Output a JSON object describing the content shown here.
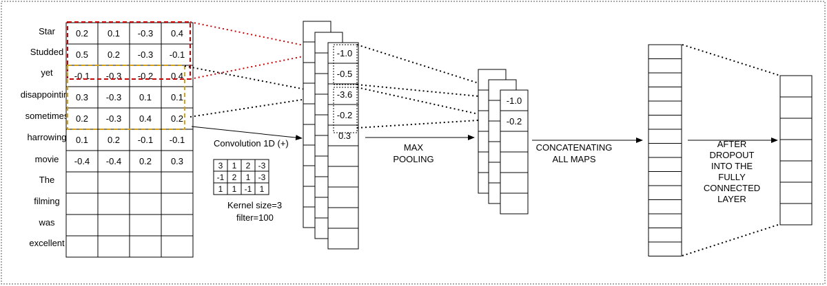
{
  "words": [
    "Star",
    "Studded",
    "yet",
    "disappointing",
    "sometimes",
    "harrowing",
    "movie",
    "The",
    "filming",
    "was",
    "excellent"
  ],
  "embeddings": [
    [
      "0.2",
      "0.1",
      "-0.3",
      "0.4"
    ],
    [
      "0.5",
      "0.2",
      "-0.3",
      "-0.1"
    ],
    [
      "-0.1",
      "-0.3",
      "-0.2",
      "0.4"
    ],
    [
      "0.3",
      "-0.3",
      "0.1",
      "0.1"
    ],
    [
      "0.2",
      "-0.3",
      "0.4",
      "0.2"
    ],
    [
      "0.1",
      "0.2",
      "-0.1",
      "-0.1"
    ],
    [
      "-0.4",
      "-0.4",
      "0.2",
      "0.3"
    ]
  ],
  "conv_label": "Convolution 1D (+)",
  "kernel": [
    [
      "3",
      "1",
      "2",
      "-3"
    ],
    [
      "-1",
      "2",
      "1",
      "-3"
    ],
    [
      "1",
      "1",
      "-1",
      "1"
    ]
  ],
  "kernel_size_label": "Kernel size=3",
  "filter_label": "filter=100",
  "feature_map_values": [
    "-1.0",
    "-0.5",
    "-3.6",
    "-0.2",
    "0.3"
  ],
  "max_pooling_label": [
    "MAX",
    "POOLING"
  ],
  "pooled_values": [
    "-1.0",
    "-0.2"
  ],
  "concat_label": [
    "CONCATENATING",
    "ALL MAPS"
  ],
  "dropout_label": [
    "AFTER",
    "DROPOUT",
    "INTO THE",
    "FULLY",
    "CONNECTED",
    "LAYER"
  ],
  "colors": {
    "red_window": "#cc0000",
    "orange_window": "#d4a017",
    "line": "#000000",
    "frame": "#555555"
  }
}
